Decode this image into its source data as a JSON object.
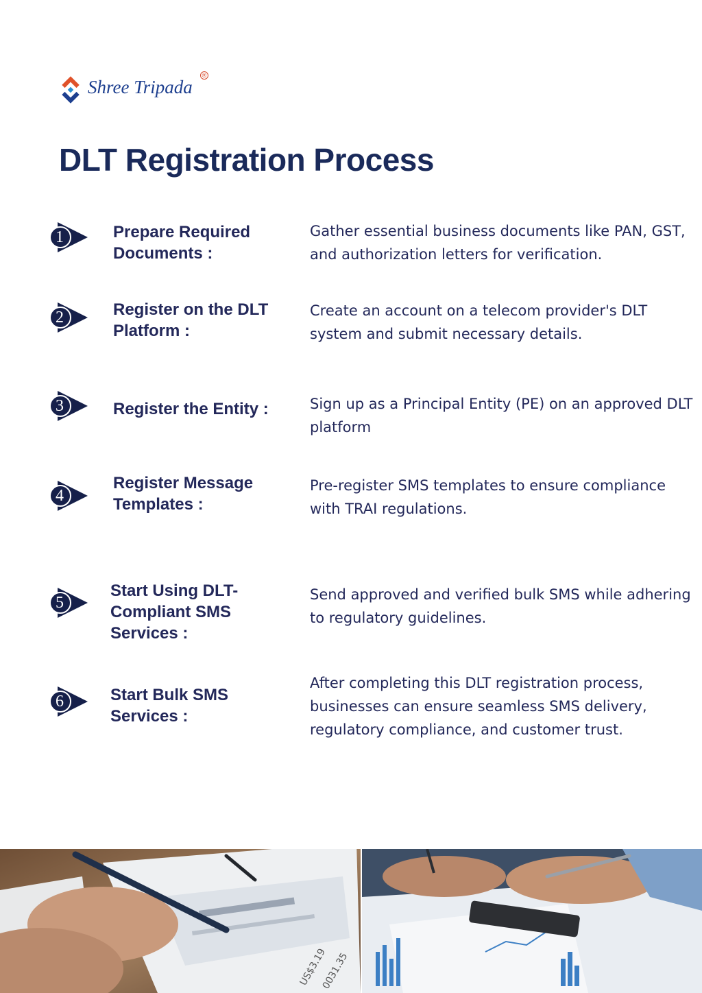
{
  "brand": {
    "name": "Shree Tripada",
    "registered_mark": "®",
    "colors": {
      "orange": "#e0522a",
      "blue": "#1d3f8f"
    }
  },
  "page": {
    "title": "DLT Registration Process",
    "accent_color": "#23285a"
  },
  "steps": [
    {
      "number": "1",
      "title": "Prepare Required Documents :",
      "description": "Gather essential business documents like PAN, GST, and authorization letters for verification."
    },
    {
      "number": "2",
      "title": "Register on the DLT Platform :",
      "description": "Create an account on a telecom provider's DLT system and submit necessary details."
    },
    {
      "number": "3",
      "title": "Register the Entity :",
      "description": "Sign up as a Principal Entity (PE) on an approved DLT platform"
    },
    {
      "number": "4",
      "title": "Register Message Templates :",
      "description": "Pre-register SMS templates to ensure compliance with TRAI regulations."
    },
    {
      "number": "5",
      "title": "Start Using DLT-Compliant SMS Services :",
      "description": "Send approved and verified bulk SMS while adhering to regulatory guidelines."
    },
    {
      "number": "6",
      "title": "Start Bulk SMS Services :",
      "description": "After completing this DLT registration process, businesses can ensure seamless SMS delivery, regulatory compliance, and customer trust."
    }
  ],
  "photos": {
    "left_icon": "hand-writing-on-documents-photo",
    "right_icon": "hands-with-calculator-and-charts-photo",
    "receipt_text_1": "US$3.19",
    "receipt_text_2": "0031.35"
  }
}
